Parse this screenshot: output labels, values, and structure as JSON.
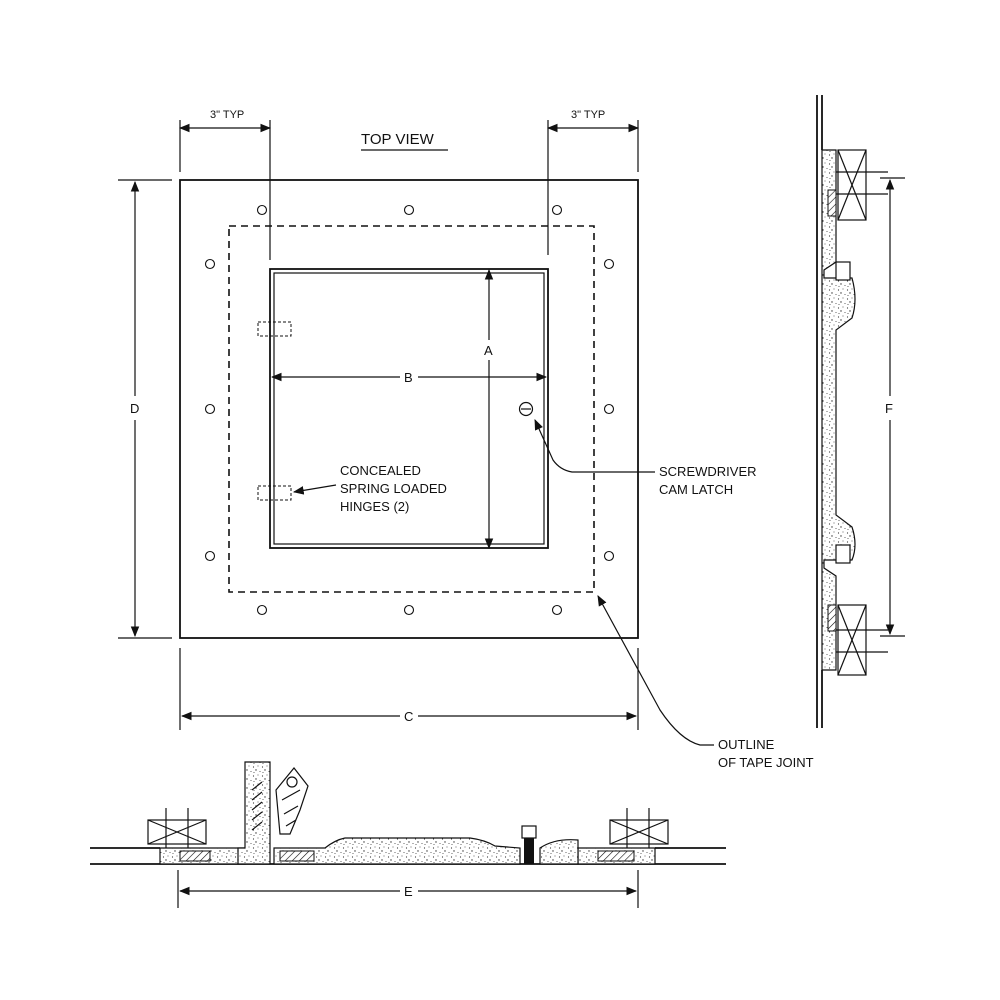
{
  "top_view": {
    "title": "TOP VIEW",
    "typ_left": "3\" TYP",
    "typ_right": "3\" TYP",
    "dim_a": "A",
    "dim_b": "B",
    "dim_c": "C",
    "dim_d": "D"
  },
  "callouts": {
    "hinges": [
      "CONCEALED",
      "SPRING LOADED",
      "HINGES (2)"
    ],
    "latch": [
      "SCREWDRIVER",
      "CAM LATCH"
    ],
    "tape_joint": [
      "OUTLINE",
      "OF TAPE JOINT"
    ]
  },
  "side_view": {
    "dim_f": "F"
  },
  "section_view": {
    "dim_e": "E"
  },
  "colors": {
    "line": "#111111",
    "background": "#ffffff"
  }
}
